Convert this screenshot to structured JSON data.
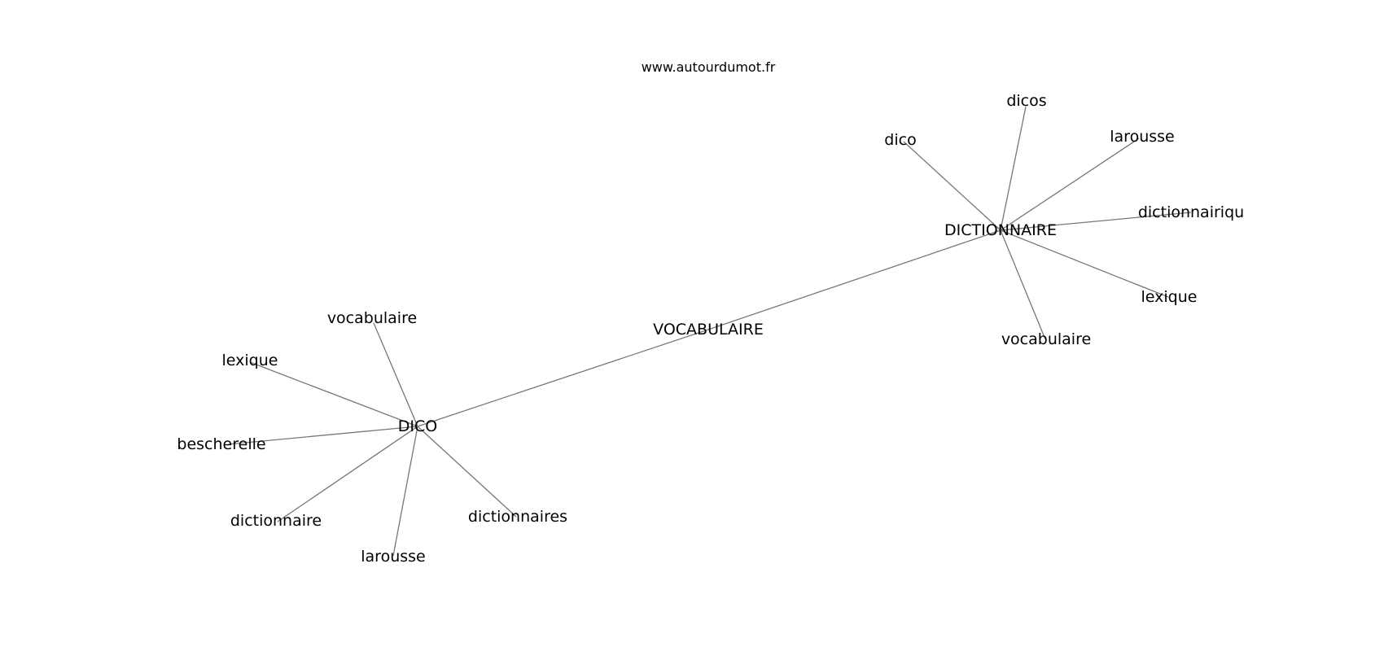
{
  "header": {
    "site": "www.autourdumot.fr"
  },
  "graph": {
    "hubs": [
      "VOCABULAIRE",
      "DICO",
      "DICTIONNAIRE"
    ],
    "hub_links": [
      [
        "VOCABULAIRE",
        "DICO"
      ],
      [
        "VOCABULAIRE",
        "DICTIONNAIRE"
      ]
    ],
    "clusters": [
      {
        "hub": "DICO",
        "words": [
          "vocabulaire",
          "lexique",
          "bescherelle",
          "dictionnaire",
          "larousse",
          "dictionnaires"
        ]
      },
      {
        "hub": "DICTIONNAIRE",
        "words": [
          "dico",
          "dicos",
          "larousse",
          "dictionnairiqu",
          "lexique",
          "vocabulaire"
        ]
      }
    ],
    "edge_color": "#777777",
    "text_color": "#000000"
  }
}
